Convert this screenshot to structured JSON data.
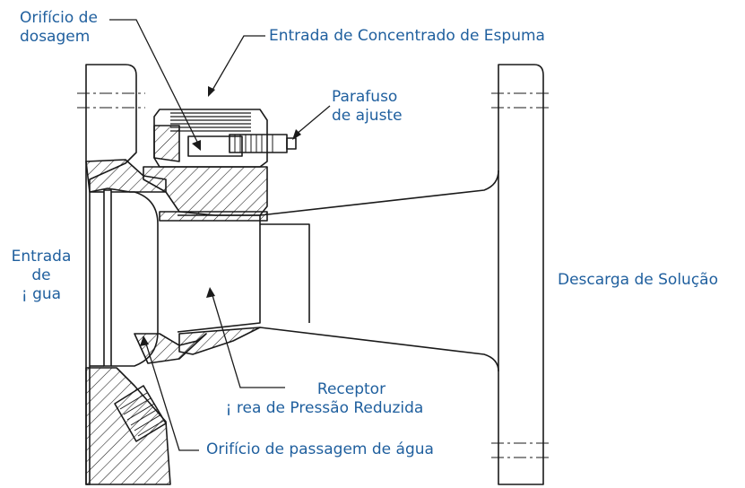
{
  "labels": {
    "dosing_orifice": [
      "Orifício de",
      "dosagem"
    ],
    "foam_inlet": "Entrada de Concentrado de Espuma",
    "adjust_screw": [
      "Parafuso",
      "de ajuste"
    ],
    "water_inlet": [
      "Entrada",
      "de",
      "¡ gua"
    ],
    "solution_discharge": "Descarga de Solução",
    "receiver": [
      "Receptor",
      "¡ rea de Pressão Reduzida"
    ],
    "water_passage_orifice": "Orifício de passagem de água"
  },
  "colors": {
    "label_text": "#1f5f9e",
    "drawing_line": "#1a1a1a"
  }
}
